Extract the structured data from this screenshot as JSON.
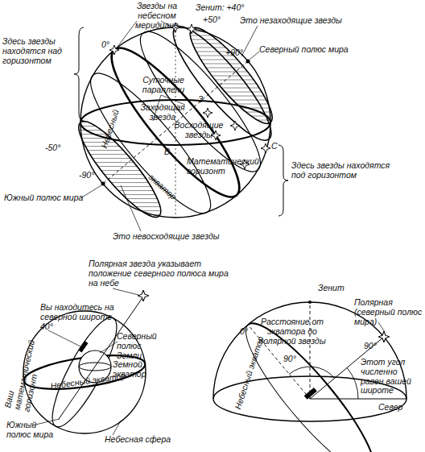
{
  "diagram": {
    "labels": [
      "Звезды на небесном меридиане",
      "Зенит: +40°",
      "+50°",
      "0°",
      "Это незаходящие звезды",
      "+90°",
      "Северный полюс мира",
      "Здесь звезды находятся над горизонтом",
      "Суточные параллели",
      "З",
      "Заходящая звезда",
      "Небесный",
      "Восходящие звезды",
      "-50°",
      "Математический горизонт",
      "В",
      "С",
      "Здесь звезды находятся под горизонтом",
      "экватор",
      "-90°",
      "Южный полюс мира",
      "Это невосходящие звезды",
      "Полярная звезда указывает положение северного полюса мира на небе",
      "Вы находитесь на северной широте 40°",
      "Северный полюс Земли",
      "Земной экватор",
      "Ваш математический горизонт",
      "Небесный экватор",
      "Южный полюс мира",
      "Небесная сфера",
      "Зенит",
      "Полярная (северный полюс мира)",
      "Расстояние от экватора до полярной звезды",
      "90°",
      "0°",
      "Небесный экватор",
      "90°",
      "Этот угол численно равен вашей широте",
      "Север"
    ]
  }
}
